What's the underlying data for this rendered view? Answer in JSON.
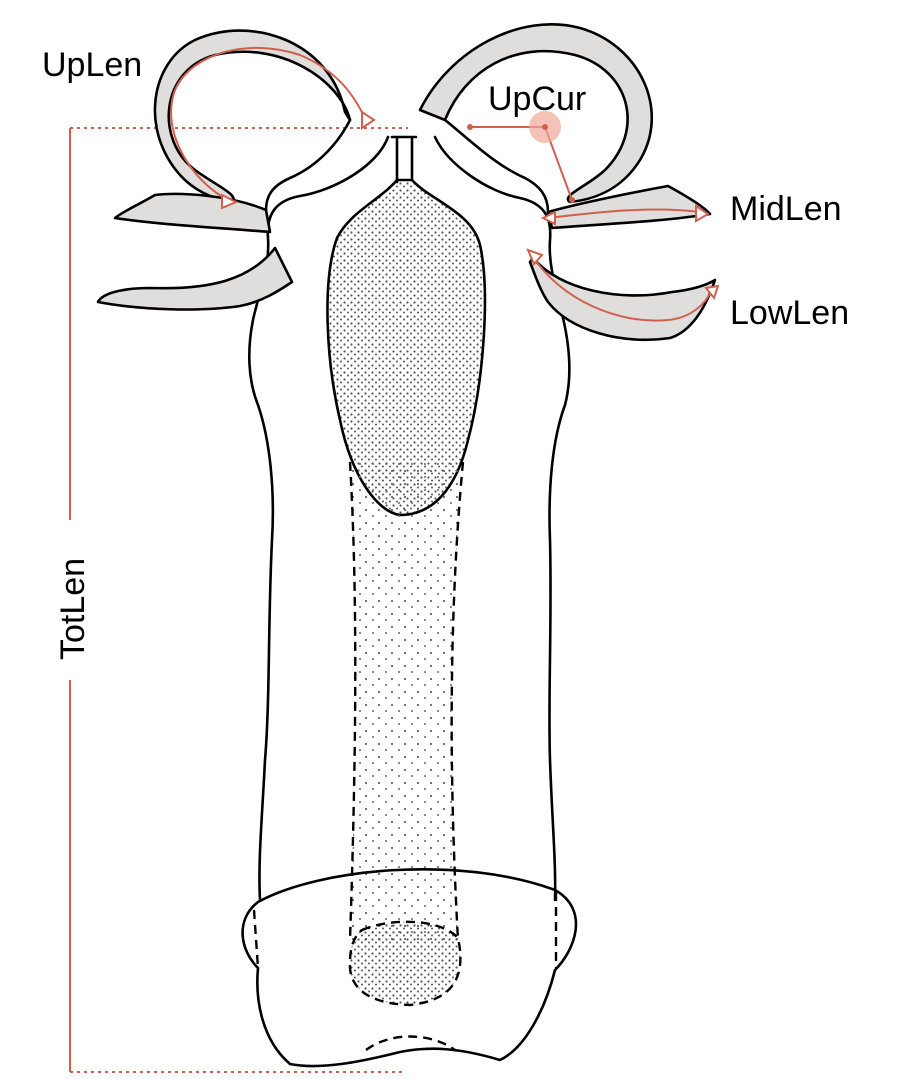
{
  "labels": {
    "upper_length": "UpLen",
    "upper_curvature": "UpCur",
    "middle_length": "MidLen",
    "lower_length": "LowLen",
    "total_length": "TotLen"
  },
  "colors": {
    "measure": "#d0604d",
    "hook_fill": "#e0dedc",
    "curvature_dot": "#f0a898",
    "outline": "#000000",
    "stipple": "#666666"
  }
}
